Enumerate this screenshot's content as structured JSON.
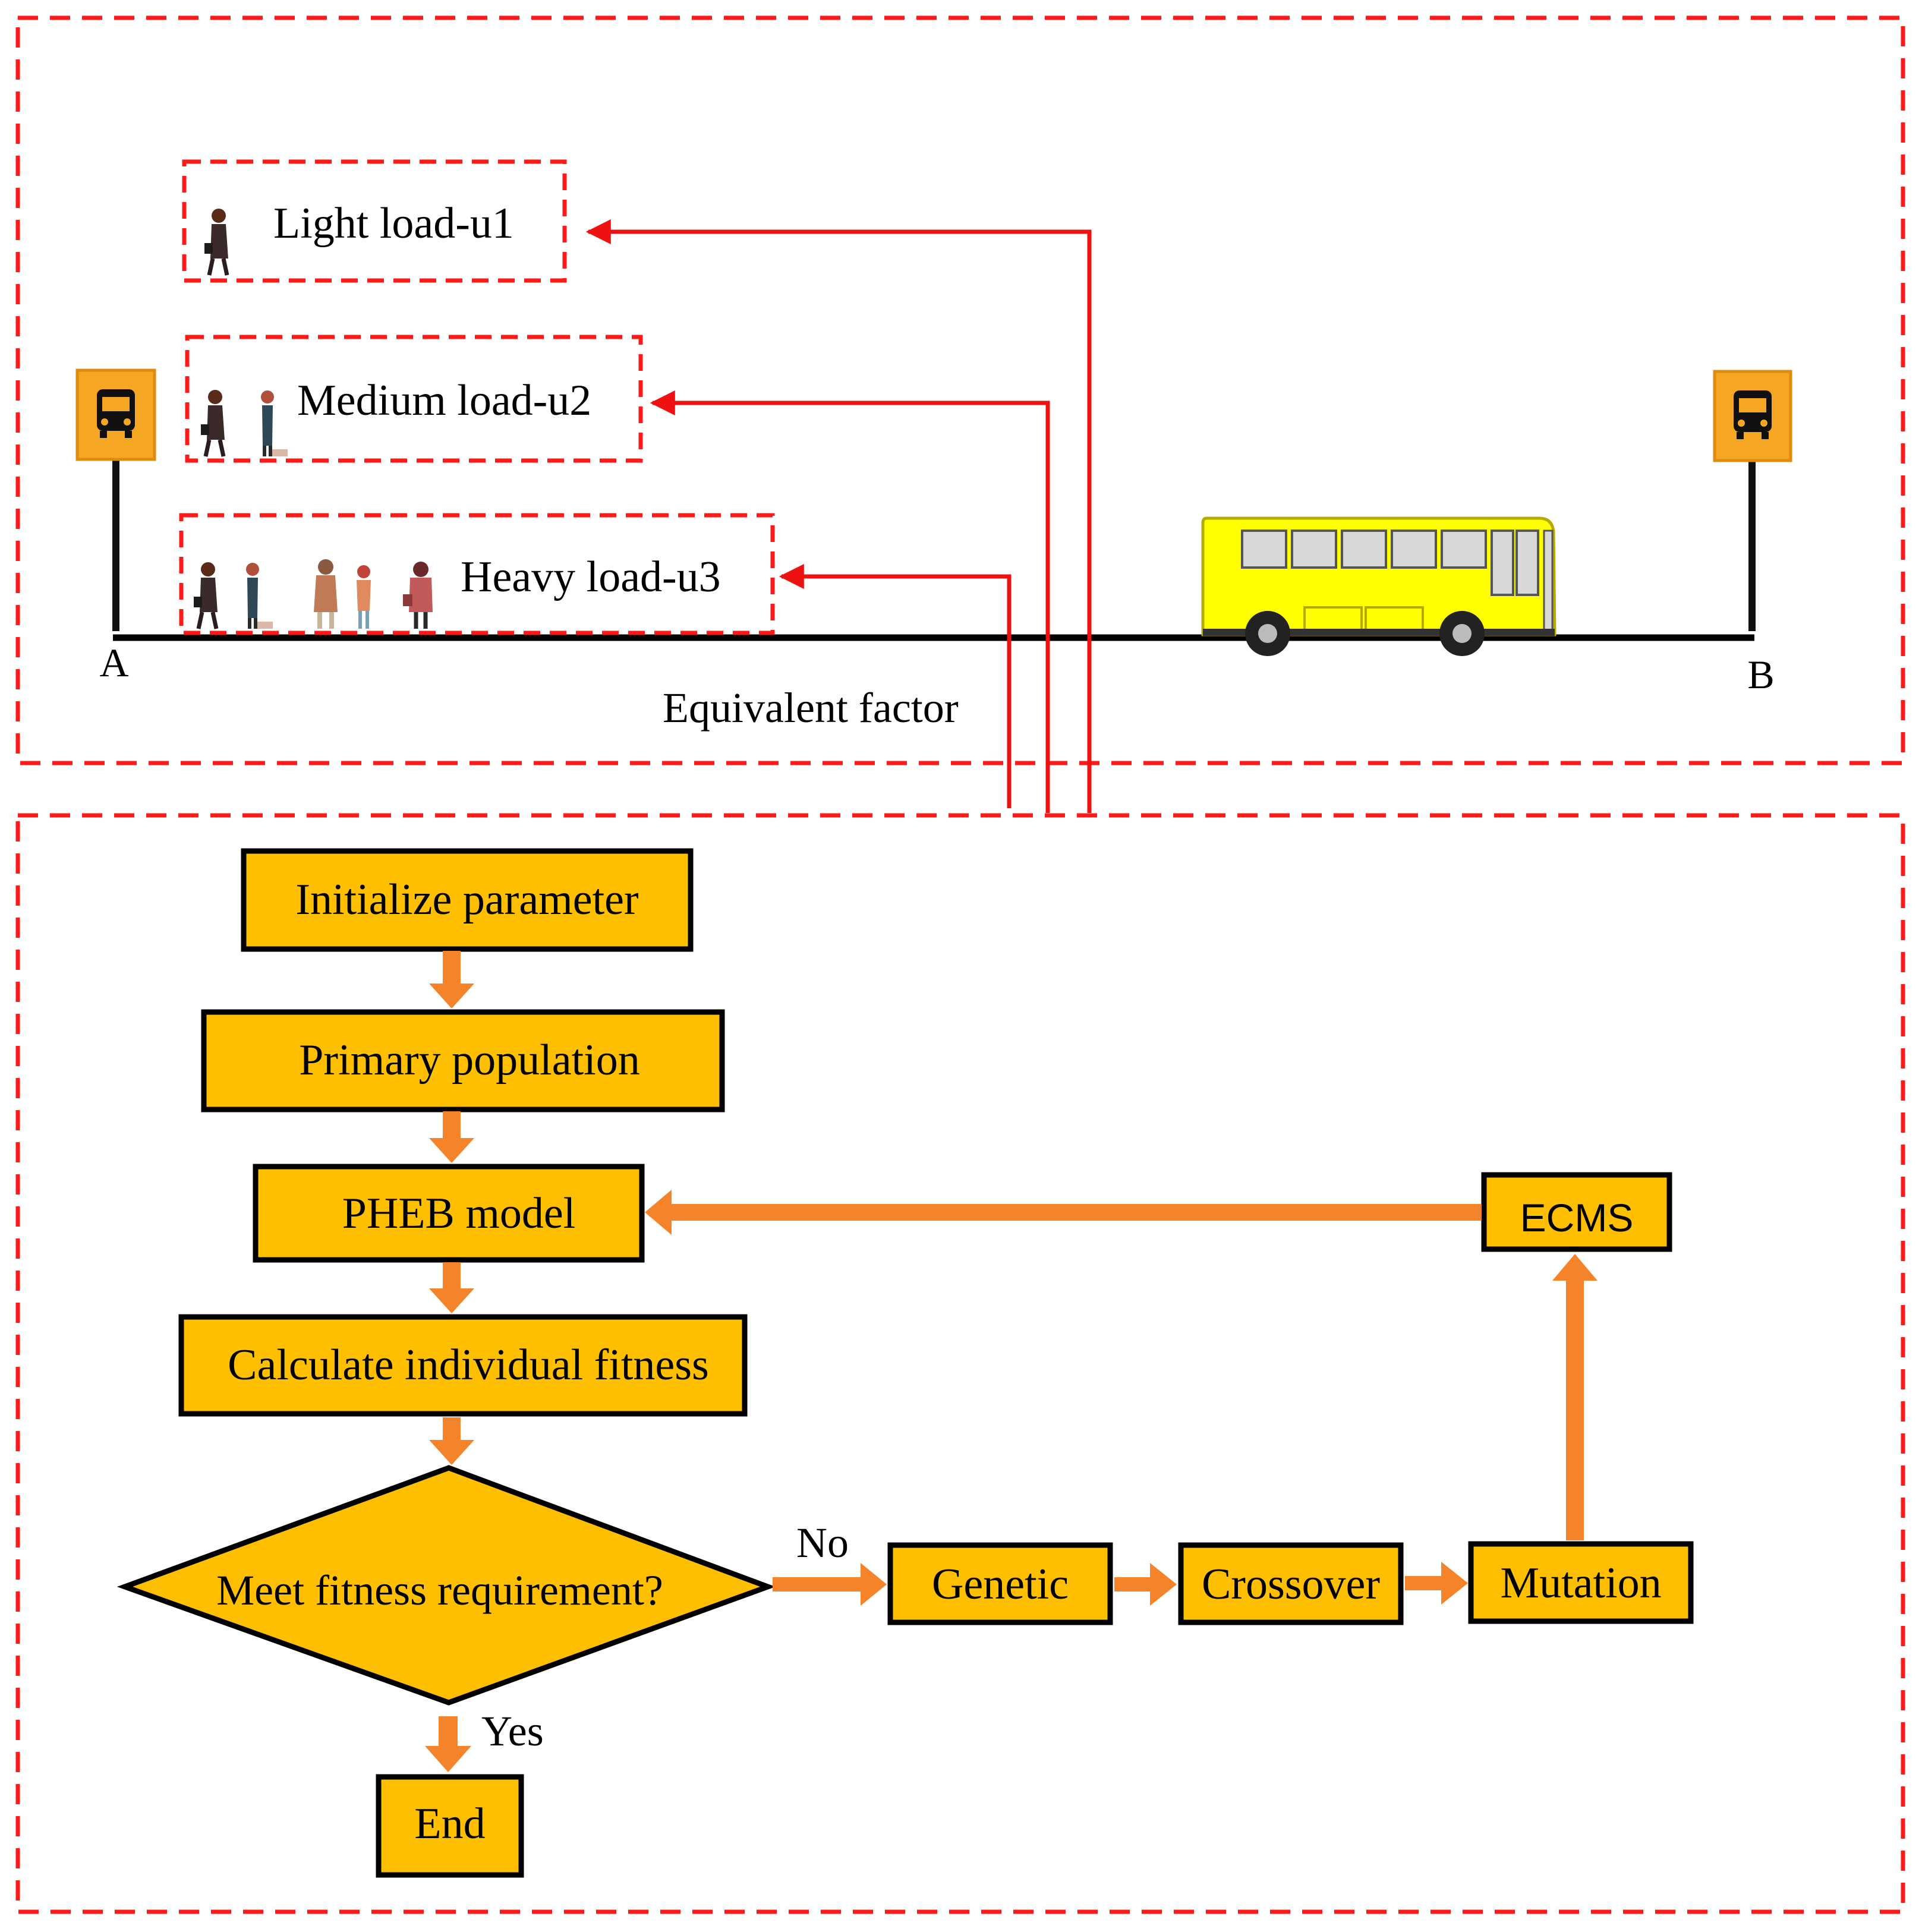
{
  "colors": {
    "dashed_border": "#ff1a1a",
    "red_arrow": "#ee1111",
    "orange_arrow": "#f5832a",
    "box_fill": "#fdbf00",
    "box_stroke": "#000000",
    "bus_body": "#ffff00",
    "bus_stop_sign": "#f5a623"
  },
  "route": {
    "start_label": "A",
    "end_label": "B",
    "start_stop_icon": "bus-stop-sign-icon",
    "end_stop_icon": "bus-stop-sign-icon",
    "vehicle_icon": "bus-icon"
  },
  "loads": [
    {
      "label": "Light load-u1",
      "icon": "passenger-group-icon",
      "passengers": 1
    },
    {
      "label": "Medium load-u2",
      "icon": "passenger-group-icon",
      "passengers": 2
    },
    {
      "label": "Heavy load-u3",
      "icon": "passenger-group-icon",
      "passengers": 5
    }
  ],
  "equivalent_factor_label": "Equivalent factor",
  "flow": {
    "initialize": "Initialize parameter",
    "primary_population": "Primary population",
    "pheb_model": "PHEB model",
    "calculate_fitness": "Calculate individual fitness",
    "decision": "Meet fitness requirement?",
    "end": "End",
    "genetic": "Genetic",
    "crossover": "Crossover",
    "mutation": "Mutation",
    "ecms": "ECMS",
    "no_label": "No",
    "yes_label": "Yes"
  }
}
